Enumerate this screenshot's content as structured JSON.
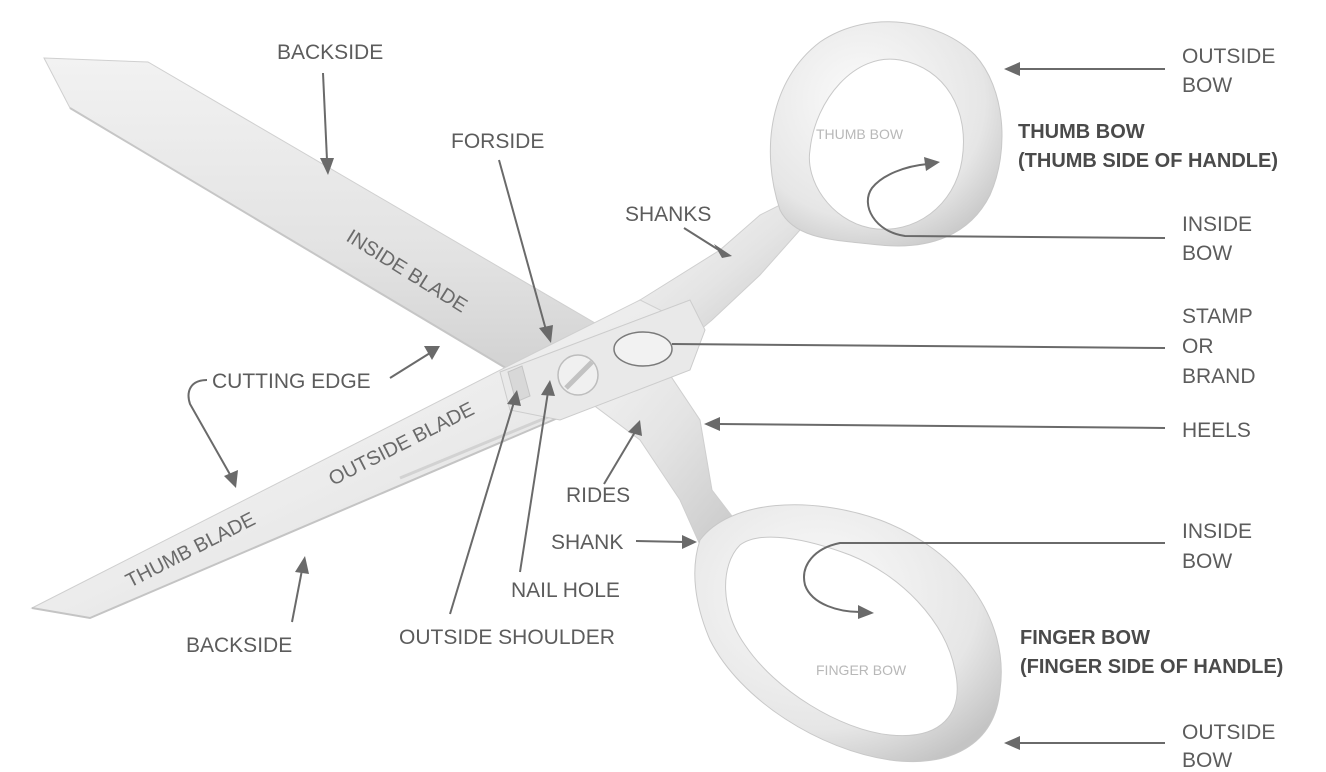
{
  "labels": {
    "backside_top": "BACKSIDE",
    "forside": "FORSIDE",
    "inside_blade": "INSIDE BLADE",
    "shanks": "SHANKS",
    "cutting_edge": "CUTTING EDGE",
    "outside_blade": "OUTSIDE BLADE",
    "thumb_blade": "THUMB BLADE",
    "rides": "RIDES",
    "shank": "SHANK",
    "nail_hole": "NAIL HOLE",
    "backside_bottom": "BACKSIDE",
    "outside_shoulder": "OUTSIDE SHOULDER",
    "thumb_bow_inner": "THUMB BOW",
    "finger_bow_inner": "FINGER BOW",
    "outside_bow_top": [
      "OUTSIDE",
      "BOW"
    ],
    "thumb_bow_title": [
      "THUMB BOW",
      "(THUMB SIDE OF HANDLE)"
    ],
    "inside_bow_top": [
      "INSIDE",
      "BOW"
    ],
    "stamp_or_brand": [
      "STAMP",
      "OR",
      "BRAND"
    ],
    "heels": "HEELS",
    "inside_bow_bottom": [
      "INSIDE",
      "BOW"
    ],
    "finger_bow_title": [
      "FINGER BOW",
      "(FINGER SIDE OF HANDLE)"
    ],
    "outside_bow_bottom": [
      "OUTSIDE",
      "BOW"
    ]
  },
  "colors": {
    "label": "#5c5c5c",
    "leader": "#6a6a6a",
    "metal_light": "#f4f4f4",
    "metal_mid": "#dcdcdc",
    "metal_dark": "#bdbdbd",
    "bow_label": "#b8b8b8"
  }
}
